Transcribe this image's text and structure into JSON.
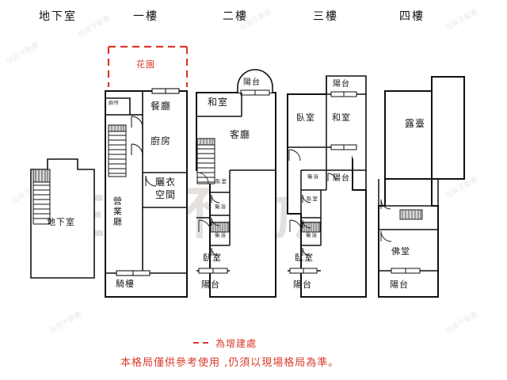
{
  "doc": {
    "type": "floor-plan",
    "watermark_main": "住商不動產",
    "watermark_small": "住商不動產",
    "accent_red": "#d8392b",
    "line_color": "#111111"
  },
  "headers": [
    {
      "id": "basement",
      "label": "地下室"
    },
    {
      "id": "floor1",
      "label": "一樓"
    },
    {
      "id": "floor2",
      "label": "二樓"
    },
    {
      "id": "floor3",
      "label": "三樓"
    },
    {
      "id": "floor4",
      "label": "四樓"
    }
  ],
  "rooms": {
    "garden": "花園",
    "toilet": "廁所",
    "dining": "餐廳",
    "kitchen": "廚房",
    "laundry": "曬衣空間",
    "shop_hall": "營業廳",
    "arcade": "騎樓",
    "basement": "地下室",
    "balcony": "陽台",
    "tatami": "和室",
    "living": "客廳",
    "bedroom": "臥室",
    "bath": "衛浴",
    "terrace": "露臺",
    "shrine": "佛堂"
  },
  "floor1": {
    "garden": "花園",
    "toilet": "廁所",
    "dining": "餐廳",
    "kitchen": "廚房",
    "laundry_line1": "曬衣",
    "laundry_line2": "空間",
    "shop_hall": "營業廳",
    "arcade": "騎樓"
  },
  "basement": {
    "label": "地下室"
  },
  "floor2": {
    "balcony_top": "陽台",
    "tatami": "和室",
    "living": "客廳",
    "bedroom_upper": "臥室",
    "bath_upper": "衛浴",
    "bath_lower": "衛浴",
    "bedroom_lower": "臥室",
    "balcony_bottom": "陽台"
  },
  "floor3": {
    "balcony_top": "陽台",
    "bedroom_top": "臥室",
    "tatami": "和室",
    "bath_top": "衛浴",
    "balcony_mid": "陽台",
    "bath_upper": "衛浴",
    "bedroom_upper": "臥室",
    "bath_lower": "衛浴",
    "bedroom_lower": "臥室",
    "balcony_bottom": "陽台"
  },
  "floor4": {
    "terrace": "露臺",
    "shrine": "佛堂",
    "balcony_bottom": "陽台"
  },
  "notes": {
    "legend": "為增建處",
    "disclaimer": "本格局僅供參考使用 ,仍須以現場格局為準。"
  }
}
